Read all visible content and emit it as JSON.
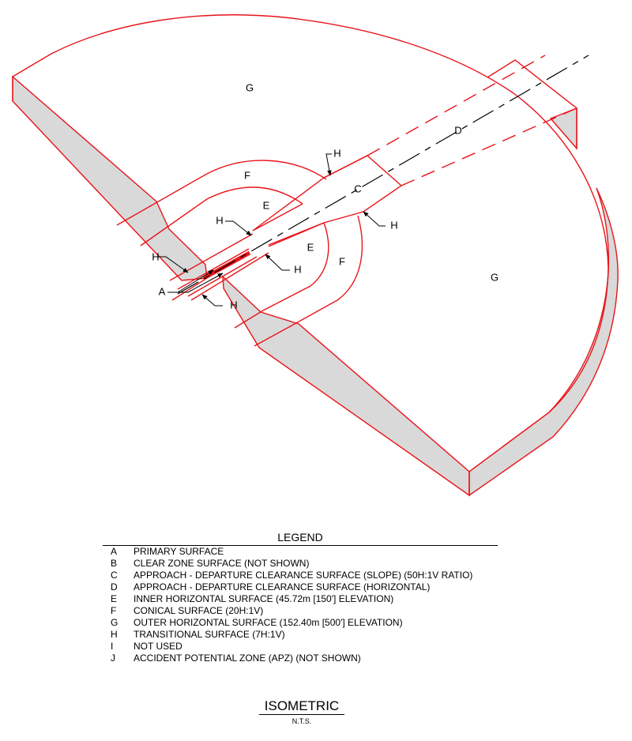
{
  "diagram": {
    "labels": {
      "a": "A",
      "c": "C",
      "d": "D",
      "e": "E",
      "f": "F",
      "g": "G",
      "h": "H"
    },
    "colors": {
      "surface_line": "#e8141a",
      "side_fill": "#d9d9d9",
      "centerline": "#000000"
    }
  },
  "legend": {
    "title": "LEGEND",
    "items": [
      {
        "key": "A",
        "text": "PRIMARY SURFACE"
      },
      {
        "key": "B",
        "text": "CLEAR ZONE SURFACE (NOT SHOWN)"
      },
      {
        "key": "C",
        "text": "APPROACH - DEPARTURE CLEARANCE SURFACE (SLOPE) (50H:1V RATIO)"
      },
      {
        "key": "D",
        "text": "APPROACH - DEPARTURE CLEARANCE SURFACE (HORIZONTAL)"
      },
      {
        "key": "E",
        "text": "INNER HORIZONTAL SURFACE (45.72m [150'] ELEVATION)"
      },
      {
        "key": "F",
        "text": "CONICAL SURFACE (20H:1V)"
      },
      {
        "key": "G",
        "text": "OUTER HORIZONTAL SURFACE (152.40m [500'] ELEVATION)"
      },
      {
        "key": "H",
        "text": "TRANSITIONAL SURFACE (7H:1V)"
      },
      {
        "key": "I",
        "text": "NOT USED"
      },
      {
        "key": "J",
        "text": "ACCIDENT POTENTIAL ZONE (APZ) (NOT SHOWN)"
      }
    ]
  },
  "title_block": {
    "title": "ISOMETRIC",
    "scale": "N.T.S."
  }
}
